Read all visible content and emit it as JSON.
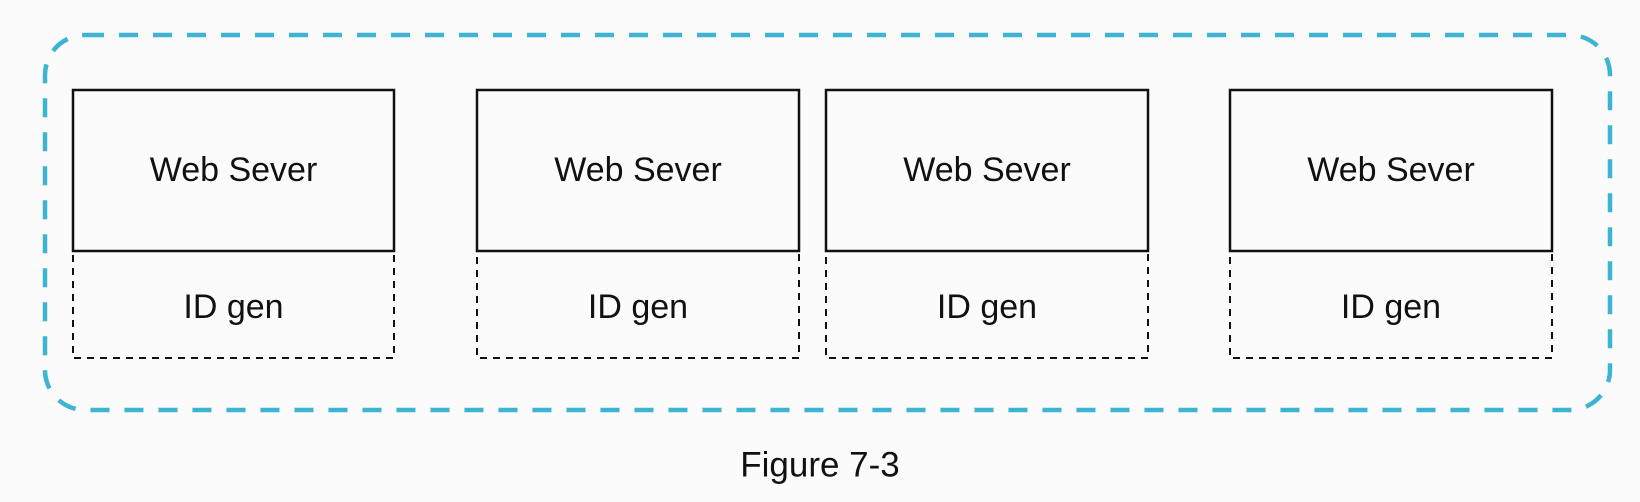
{
  "diagram": {
    "nodes": [
      {
        "server_label": "Web Sever",
        "generator_label": "ID gen"
      },
      {
        "server_label": "Web Sever",
        "generator_label": "ID gen"
      },
      {
        "server_label": "Web Sever",
        "generator_label": "ID gen"
      },
      {
        "server_label": "Web Sever",
        "generator_label": "ID gen"
      }
    ],
    "caption": "Figure 7-3"
  },
  "colors": {
    "cluster_border": "#3cb4d2",
    "box_border": "#111111",
    "background": "#fbfbfb"
  }
}
